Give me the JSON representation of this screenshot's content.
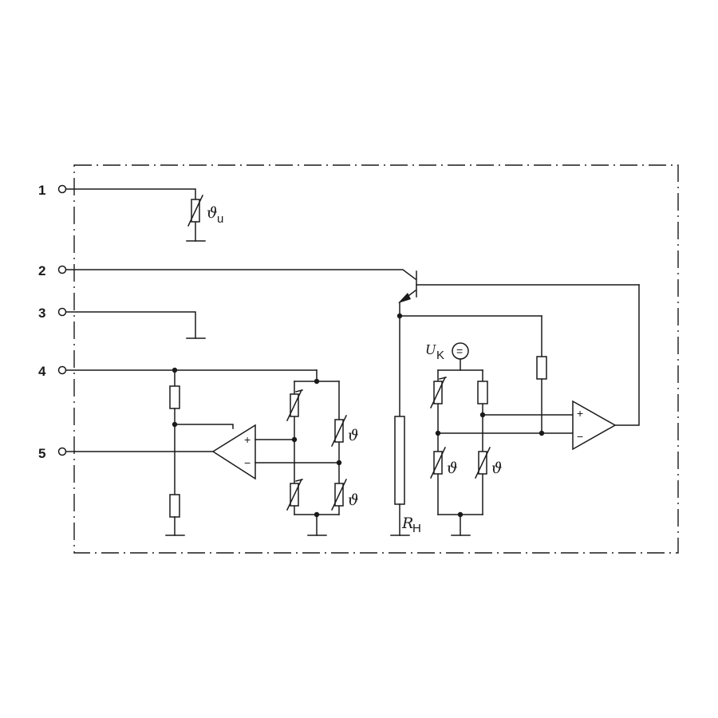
{
  "terminals": [
    {
      "id": "1",
      "label": "1"
    },
    {
      "id": "2",
      "label": "2"
    },
    {
      "id": "3",
      "label": "3"
    },
    {
      "id": "4",
      "label": "4"
    },
    {
      "id": "5",
      "label": "5"
    }
  ],
  "labels": {
    "ambient_thermistor_symbol": "ϑ",
    "ambient_thermistor_sub": "u",
    "thermistor_symbol": "ϑ",
    "heater_resistor_symbol": "R",
    "heater_resistor_sub": "H",
    "supply_voltage_symbol": "U",
    "supply_voltage_sub": "K",
    "supply_source_glyph": "=",
    "opamp_plus": "+",
    "opamp_minus": "−"
  }
}
